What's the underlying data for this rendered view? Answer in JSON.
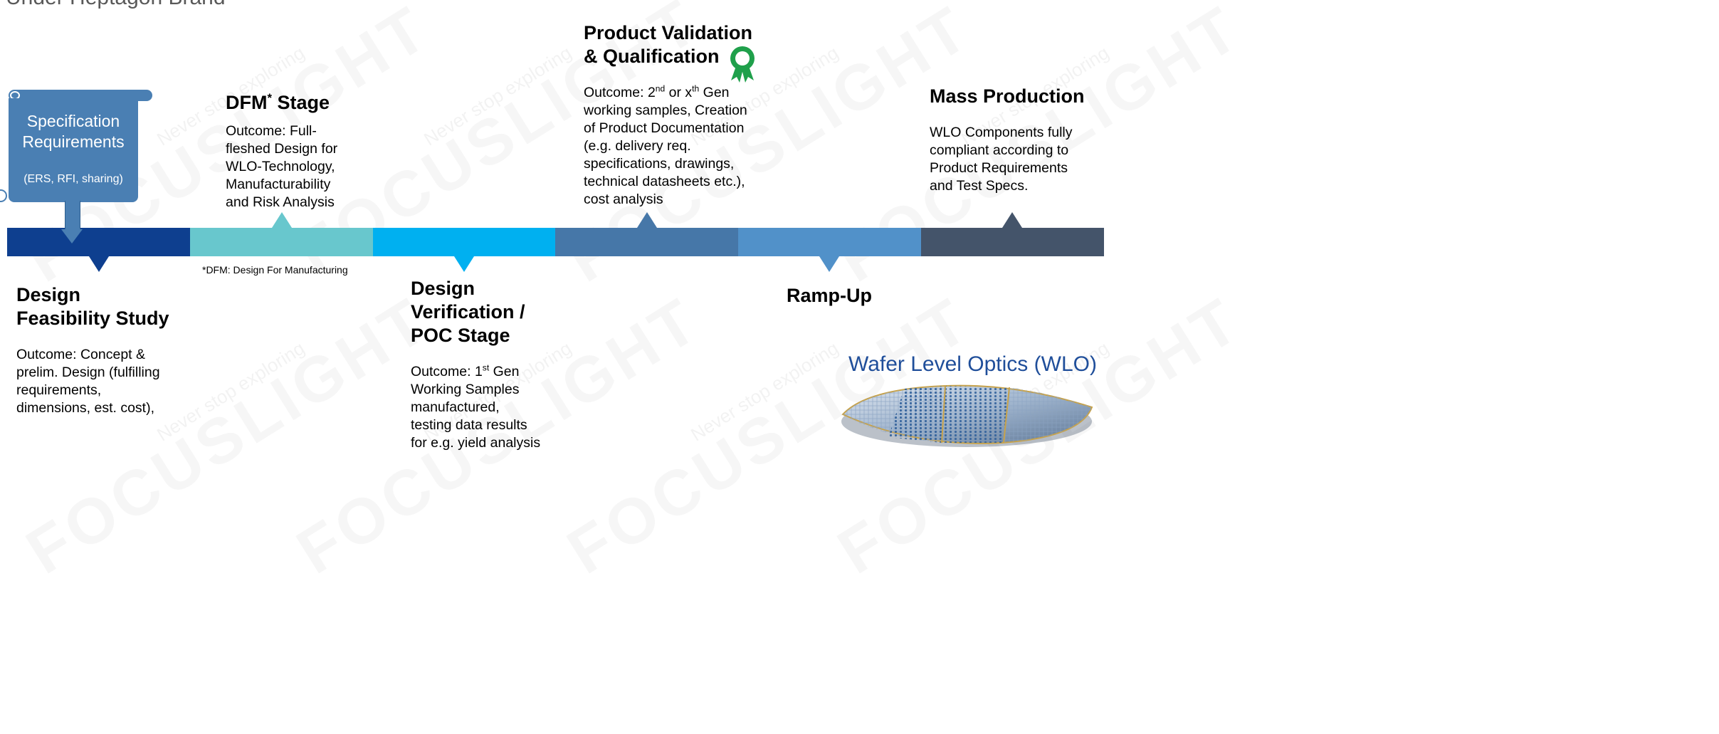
{
  "header": {
    "title": "Under Heptagon Brand"
  },
  "watermark": {
    "main": "FOCUSLIGHT",
    "sub": "Never stop exploring"
  },
  "colors": {
    "seg1": "#0e3f8f",
    "seg2": "#68c7cd",
    "seg3": "#00b0f0",
    "seg4": "#4677a8",
    "seg5": "#5191c9",
    "seg6": "#44546a",
    "scroll": "#4a7fb3",
    "award": "#1fa04b",
    "wlo_title": "#1f4e9a"
  },
  "spec_scroll": {
    "title_line1": "Specification",
    "title_line2": "Requirements",
    "sub": "(ERS, RFI, sharing)"
  },
  "stages": {
    "design_feasibility": {
      "title_line1": "Design",
      "title_line2": "Feasibility Study",
      "body": [
        "Outcome: Concept &",
        "prelim. Design (fulfilling",
        "requirements,",
        "dimensions, est. cost),"
      ]
    },
    "dfm": {
      "title_main": "DFM",
      "title_sup": "*",
      "title_rest": " Stage",
      "body": [
        "Outcome: Full-",
        "fleshed Design for",
        "WLO-Technology,",
        "Manufacturability",
        "and Risk Analysis"
      ],
      "footnote": "*DFM: Design For Manufacturing"
    },
    "design_verification": {
      "title_lines": [
        "Design",
        "Verification /",
        "POC Stage"
      ],
      "body_prefix": "Outcome: 1",
      "body_sup": "st",
      "body_suffix": " Gen",
      "body": [
        "Working Samples",
        "manufactured,",
        "testing data results",
        "for e.g. yield analysis"
      ]
    },
    "product_validation": {
      "title_line1": "Product Validation",
      "title_line2": "& Qualification",
      "award_icon": "award-ribbon-icon",
      "line1_a": "Outcome: 2",
      "line1_sup1": "nd",
      "line1_b": " or x",
      "line1_sup2": "th",
      "line1_c": " Gen",
      "body": [
        "working samples, Creation",
        "of Product Documentation",
        "(e.g. delivery req.",
        "specifications, drawings,",
        "technical datasheets etc.),",
        "cost analysis"
      ]
    },
    "ramp_up": {
      "title": "Ramp-Up"
    },
    "mass_production": {
      "title": "Mass Production",
      "body": [
        "WLO Components fully",
        "compliant according to",
        "Product Requirements",
        "and Test Specs."
      ]
    }
  },
  "wlo": {
    "title": "Wafer Level Optics (WLO)"
  }
}
